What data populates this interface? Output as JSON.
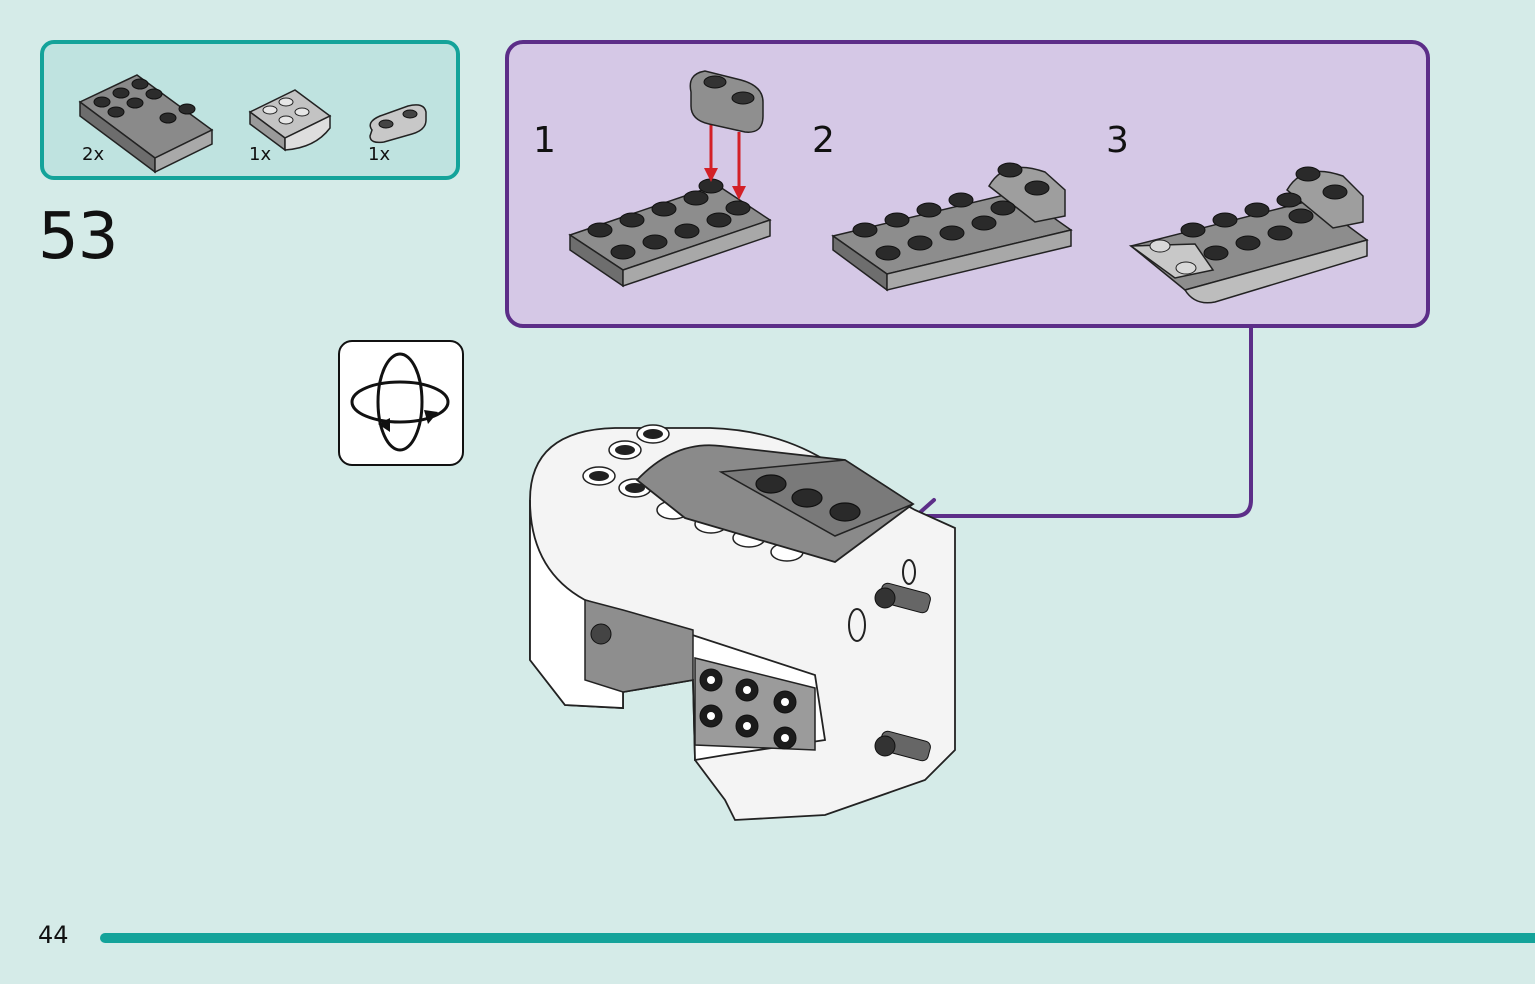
{
  "parts_list": {
    "items": [
      {
        "quantity": "2x",
        "part": "plate-2x4-dark-gray"
      },
      {
        "quantity": "1x",
        "part": "wedge-plate-2x3-light-gray"
      },
      {
        "quantity": "1x",
        "part": "plate-1x2-rounded-light-gray"
      }
    ]
  },
  "step": {
    "number": "53"
  },
  "subassembly": {
    "steps": [
      {
        "label": "1"
      },
      {
        "label": "2"
      },
      {
        "label": "3"
      }
    ]
  },
  "rotate_icon": "rotate-model-icon",
  "page": {
    "number": "44"
  },
  "colors": {
    "page_background": "#d5ebe8",
    "accent_teal": "#14a39a",
    "subassembly_border": "#5c2e88",
    "subassembly_fill": "#d5c8e6",
    "arrow_red": "#d32027",
    "brick_dark": "#7d7d7d",
    "brick_light": "#bdbdbd"
  }
}
